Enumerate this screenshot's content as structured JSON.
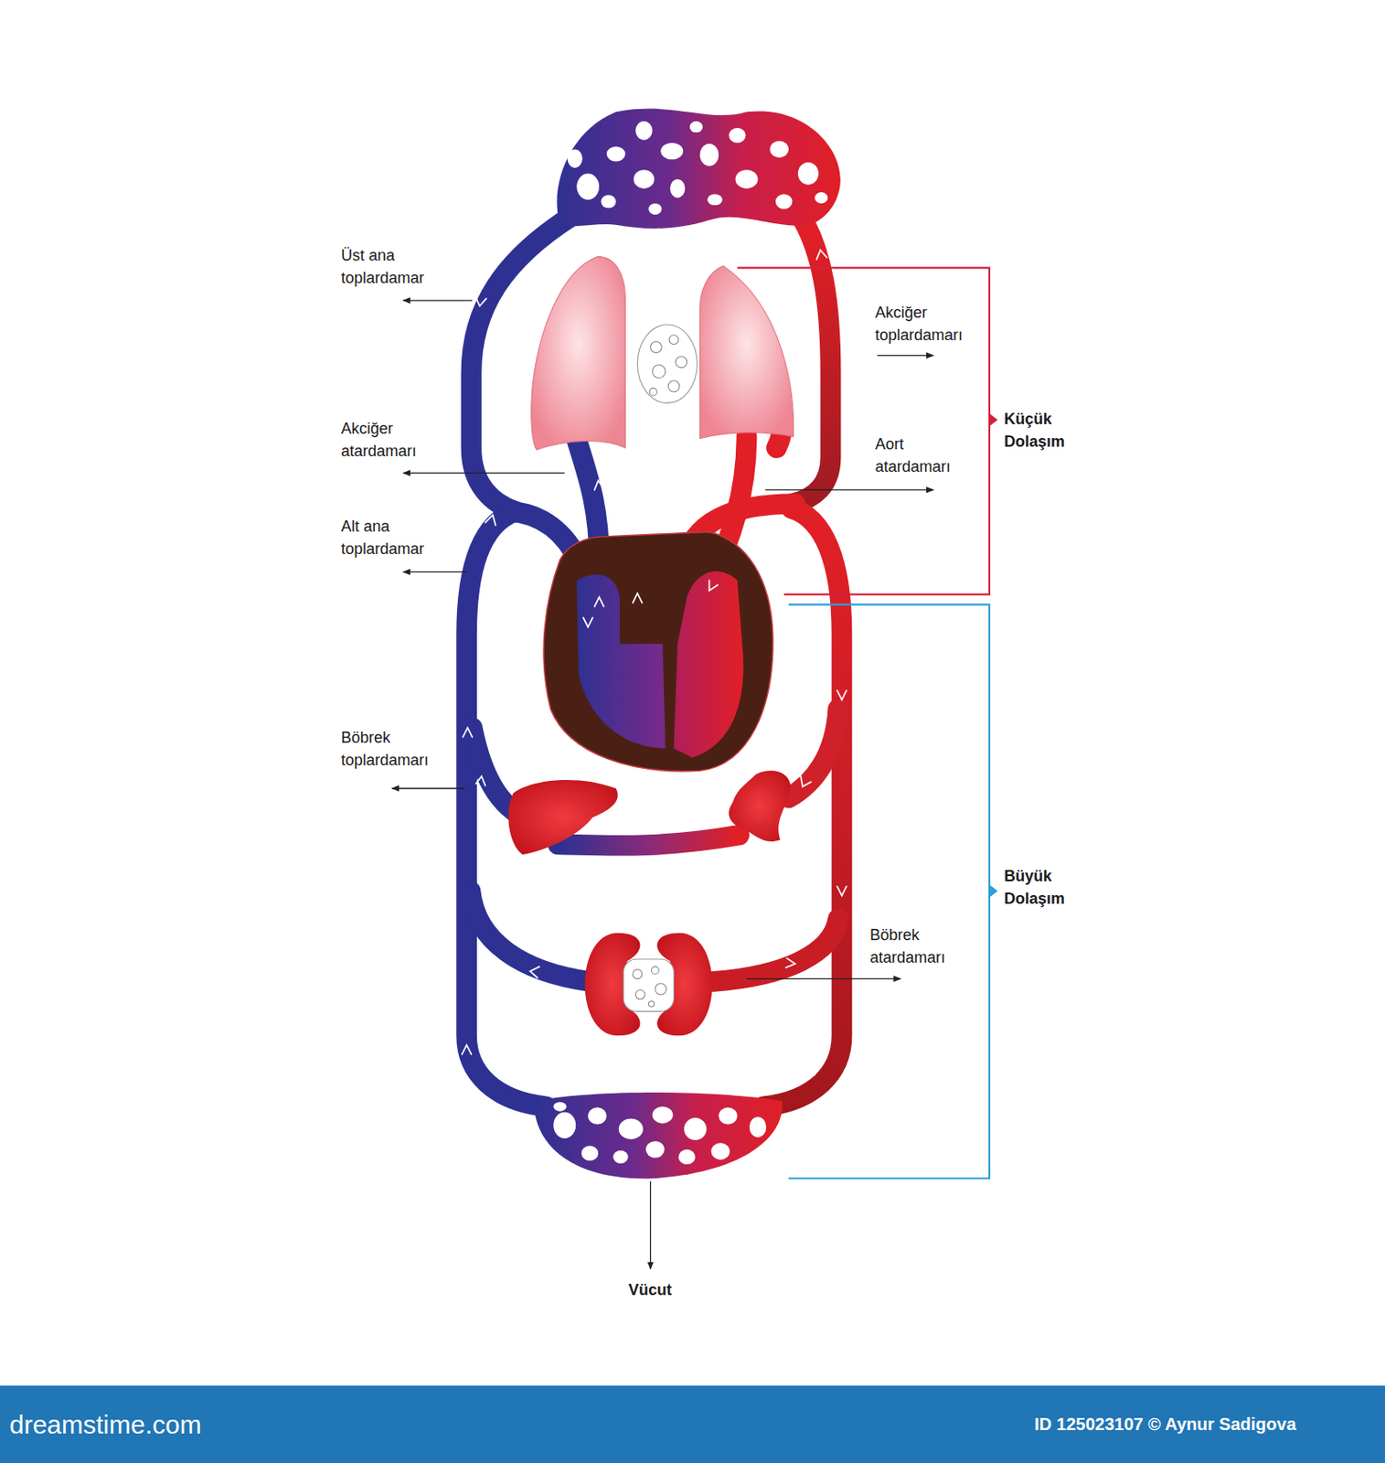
{
  "diagram": {
    "labels": [
      "Üst ana toplardamar",
      "Akciğer toplardamarı",
      "Akciğer atardamarı",
      "Küçük Dolaşım",
      "Aort atardamarı",
      "Alt ana toplardamar",
      "Böbrek toplardamarı",
      "Büyük Dolaşım",
      "Böbrek atardamarı",
      "Vücut",
      "dreamstime.com",
      "ID 125023107 © Aynur Sadigova"
    ]
  }
}
